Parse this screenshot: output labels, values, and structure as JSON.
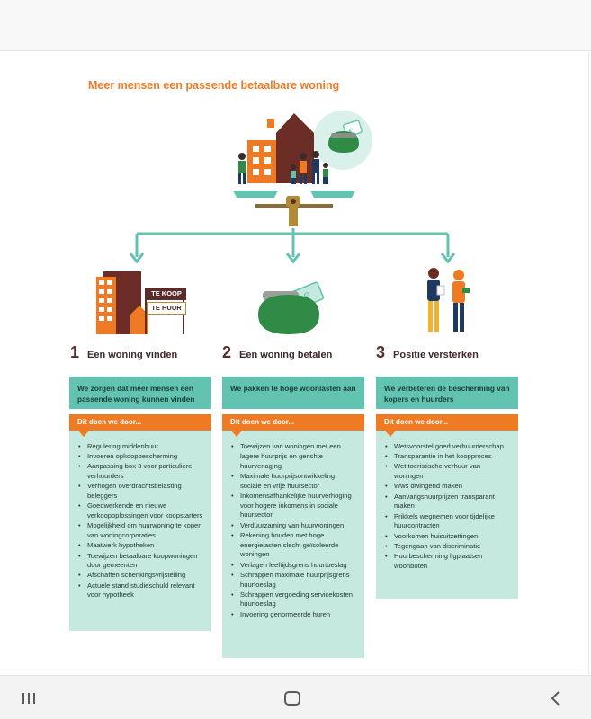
{
  "page_title": "Meer mensen een passende betaalbare woning",
  "badges": {
    "te_koop": "TE KOOP",
    "te_huur": "TE HUUR"
  },
  "columns": [
    {
      "number": "1",
      "title": "Een woning vinden",
      "goal": "We zorgen dat meer mensen een passende woning kunnen vinden",
      "dowe": "Dit doen we door...",
      "items": [
        "Regulering middenhuur",
        "Invoeren opkoopbescherming",
        "Aanpassing box 3 voor particuliere verhuurders",
        "Verhogen overdrachtsbelasting beleggers",
        "Goedwerkende en nieuwe verkoopoplossingen voor koopstarters",
        "Mogelijkheid om huurwoning te kopen van woningcorporaties",
        "Maatwerk hypotheken",
        "Toewijzen betaalbare koopwoningen door gemeenten",
        "Afschaffen schenkingsvrijstelling",
        "Actuele stand studieschuld relevant voor hypotheek"
      ]
    },
    {
      "number": "2",
      "title": "Een woning betalen",
      "goal": "We pakken te hoge woonlasten aan",
      "dowe": "Dit doen we door...",
      "items": [
        "Toewijzen van woningen met een lagere huurprijs en gerichte huurverlaging",
        "Maximale huurprijsontwikkeling sociale en vrije huursector",
        "Inkomensafhankelijke huurverhoging voor hogere inkomens in sociale huursector",
        "Verduurzaming van huurwoningen",
        "Rekening houden met hoge energielasten slecht geïsoleerde woningen",
        "Verlagen leeftijdsgrens huurtoeslag",
        "Schrappen maximale huurprijsgrens huurtoeslag",
        "Schrappen vergoeding servicekosten huurtoeslag",
        "Invoering genormeerde huren"
      ]
    },
    {
      "number": "3",
      "title": "Positie versterken",
      "goal": "We verbeteren de bescherming van kopers en huurders",
      "dowe": "Dit doen we door...",
      "items": [
        "Wetsvoorstel goed verhuurderschap",
        "Transparantie in het koopproces",
        "Wet toeristische verhuur van woningen",
        "Wws dwingend maken",
        "Aanvangshuurprijzen transparant maken",
        "Prikkels wegnemen voor tijdelijke huurcontracten",
        "Voorkomen huisuitzettingen",
        "Tegengaan van discriminatie",
        "Huurbescherming ligplaatsen woonboten"
      ]
    }
  ],
  "nav": {
    "recent_icon": "recent-apps-icon",
    "home_icon": "home-icon",
    "back_icon": "back-icon"
  },
  "colors": {
    "orange": "#f07a23",
    "teal": "#63c3b1",
    "mint": "#c5e8df",
    "brown": "#5b2d2a"
  }
}
